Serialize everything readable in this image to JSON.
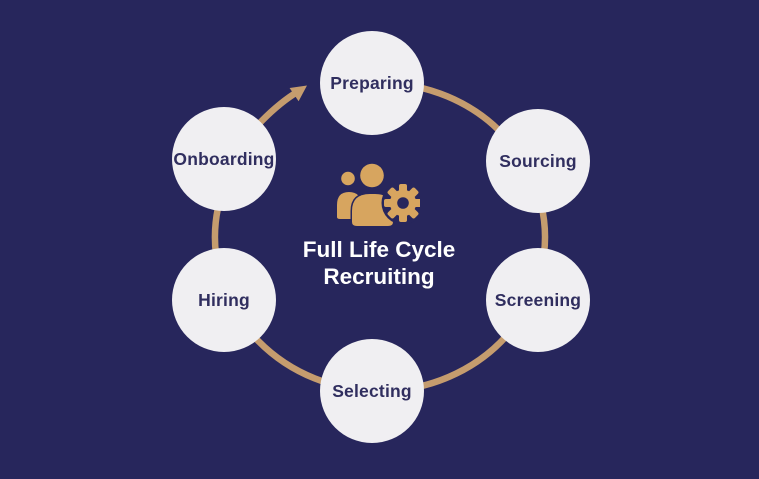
{
  "diagram": {
    "type": "cycle",
    "direction": "clockwise",
    "title_line1": "Full Life Cycle",
    "title_line2": "Recruiting",
    "center_icon": "people-gear-icon",
    "stages": [
      {
        "label": "Preparing",
        "position": "top"
      },
      {
        "label": "Sourcing",
        "position": "top-right"
      },
      {
        "label": "Screening",
        "position": "bottom-right"
      },
      {
        "label": "Selecting",
        "position": "bottom"
      },
      {
        "label": "Hiring",
        "position": "bottom-left"
      },
      {
        "label": "Onboarding",
        "position": "top-left"
      }
    ]
  },
  "colors": {
    "background": "#27265c",
    "node_fill": "#f0eff2",
    "node_text": "#302e5f",
    "ring": "#c59c6e",
    "gold": "#d7a55f",
    "title_text": "#ffffff"
  }
}
